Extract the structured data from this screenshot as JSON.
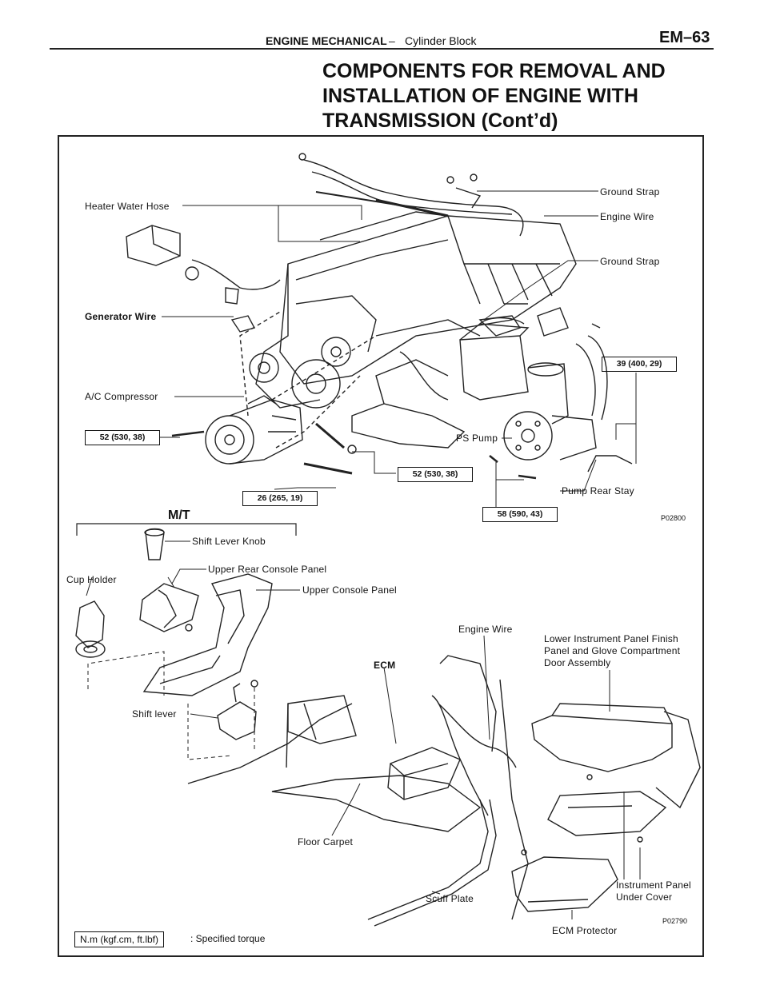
{
  "header": {
    "section": "ENGINE MECHANICAL",
    "separator": "–",
    "subsection": "Cylinder Block",
    "page": "EM–63"
  },
  "title": [
    "COMPONENTS FOR REMOVAL AND",
    "INSTALLATION OF ENGINE WITH",
    "TRANSMISSION (Cont’d)"
  ],
  "engine_labels": {
    "heater_water_hose": "Heater Water Hose",
    "ground_strap_1": "Ground Strap",
    "engine_wire": "Engine Wire",
    "ground_strap_2": "Ground Strap",
    "generator_wire": "Generator Wire",
    "ac_compressor": "A/C Compressor",
    "ps_pump": "PS Pump",
    "pump_rear_stay": "Pump Rear Stay"
  },
  "torques": {
    "t1": "52 (530, 38)",
    "t2": "52 (530, 38)",
    "t3": "26 (265, 19)",
    "t4": "58 (590, 43)",
    "t5": "39 (400, 29)"
  },
  "fig_codes": {
    "engine": "P02800",
    "interior": "P02790"
  },
  "mt_label": "M/T",
  "interior_labels": {
    "shift_lever_knob": "Shift Lever Knob",
    "cup_holder": "Cup Holder",
    "upper_rear_console": "Upper Rear Console Panel",
    "upper_console": "Upper Console Panel",
    "engine_wire": "Engine Wire",
    "ecm": "ECM",
    "lower_panel_1": "Lower Instrument Panel Finish",
    "lower_panel_2": "Panel and Glove Compartment",
    "lower_panel_3": "Door Assembly",
    "shift_lever": "Shift lever",
    "floor_carpet": "Floor Carpet",
    "scuff_plate": "Scuff Plate",
    "ip_under_cover_1": "Instrument Panel",
    "ip_under_cover_2": "Under Cover",
    "ecm_protector": "ECM Protector"
  },
  "legend": {
    "box": "N.m (kgf.cm, ft.lbf)",
    "text": ":   Specified torque"
  }
}
